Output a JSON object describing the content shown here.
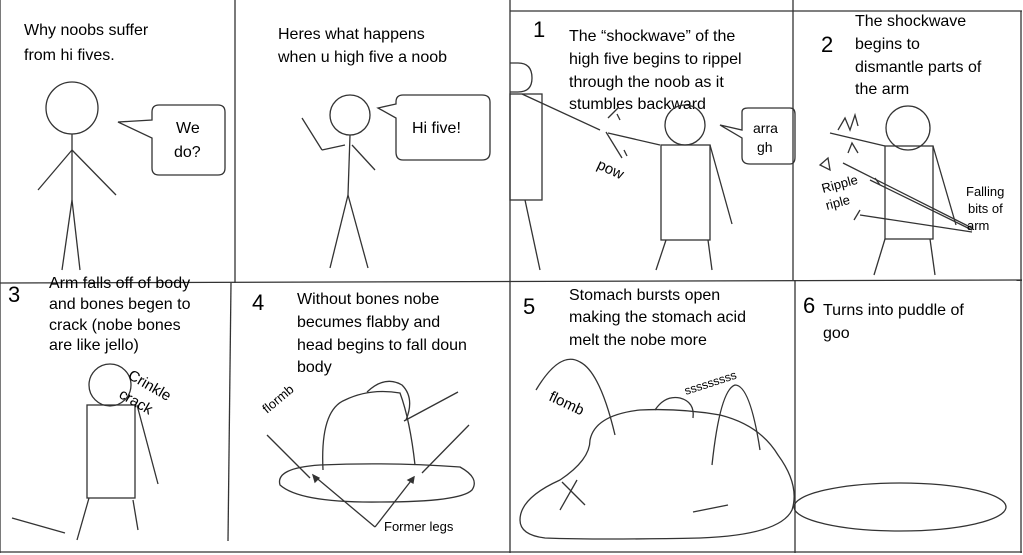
{
  "comic": {
    "panels": [
      {
        "caption": [
          "Why noobs suffer",
          "from hi fives."
        ],
        "bubble": [
          "We",
          "do?"
        ]
      },
      {
        "caption": [
          "Heres what happens",
          "when u high five a noob"
        ],
        "bubble": [
          "Hi five!"
        ]
      },
      {
        "number": "1",
        "caption": [
          "The “shockwave” of the",
          "high five begins to rippel",
          "through the noob as it",
          "stumbles backward"
        ],
        "bubble": [
          "arra",
          "gh"
        ],
        "sfx": "pow"
      },
      {
        "number": "2",
        "caption": [
          "The shockwave",
          "begins to",
          "dismantle parts of",
          "the arm"
        ],
        "sfx": [
          "Ripple",
          "riple"
        ],
        "label": [
          "Falling",
          "bits of",
          "arm"
        ]
      },
      {
        "number": "3",
        "caption": [
          "Arm falls off of body",
          "and bones begen to",
          "crack (nobe bones",
          "are like jello)"
        ],
        "sfx": [
          "Crinkle",
          "crack"
        ]
      },
      {
        "number": "4",
        "caption": [
          "Without bones nobe",
          "becumes flabby and",
          "head begins to fall doun",
          "body"
        ],
        "sfx": "flormb",
        "label": "Former legs"
      },
      {
        "number": "5",
        "caption": [
          "Stomach bursts open",
          "making the stomach acid",
          "melt the nobe more"
        ],
        "sfx": [
          "flomb",
          "sssssssss"
        ]
      },
      {
        "number": "6",
        "caption": [
          "Turns into puddle of",
          "goo"
        ]
      }
    ]
  }
}
